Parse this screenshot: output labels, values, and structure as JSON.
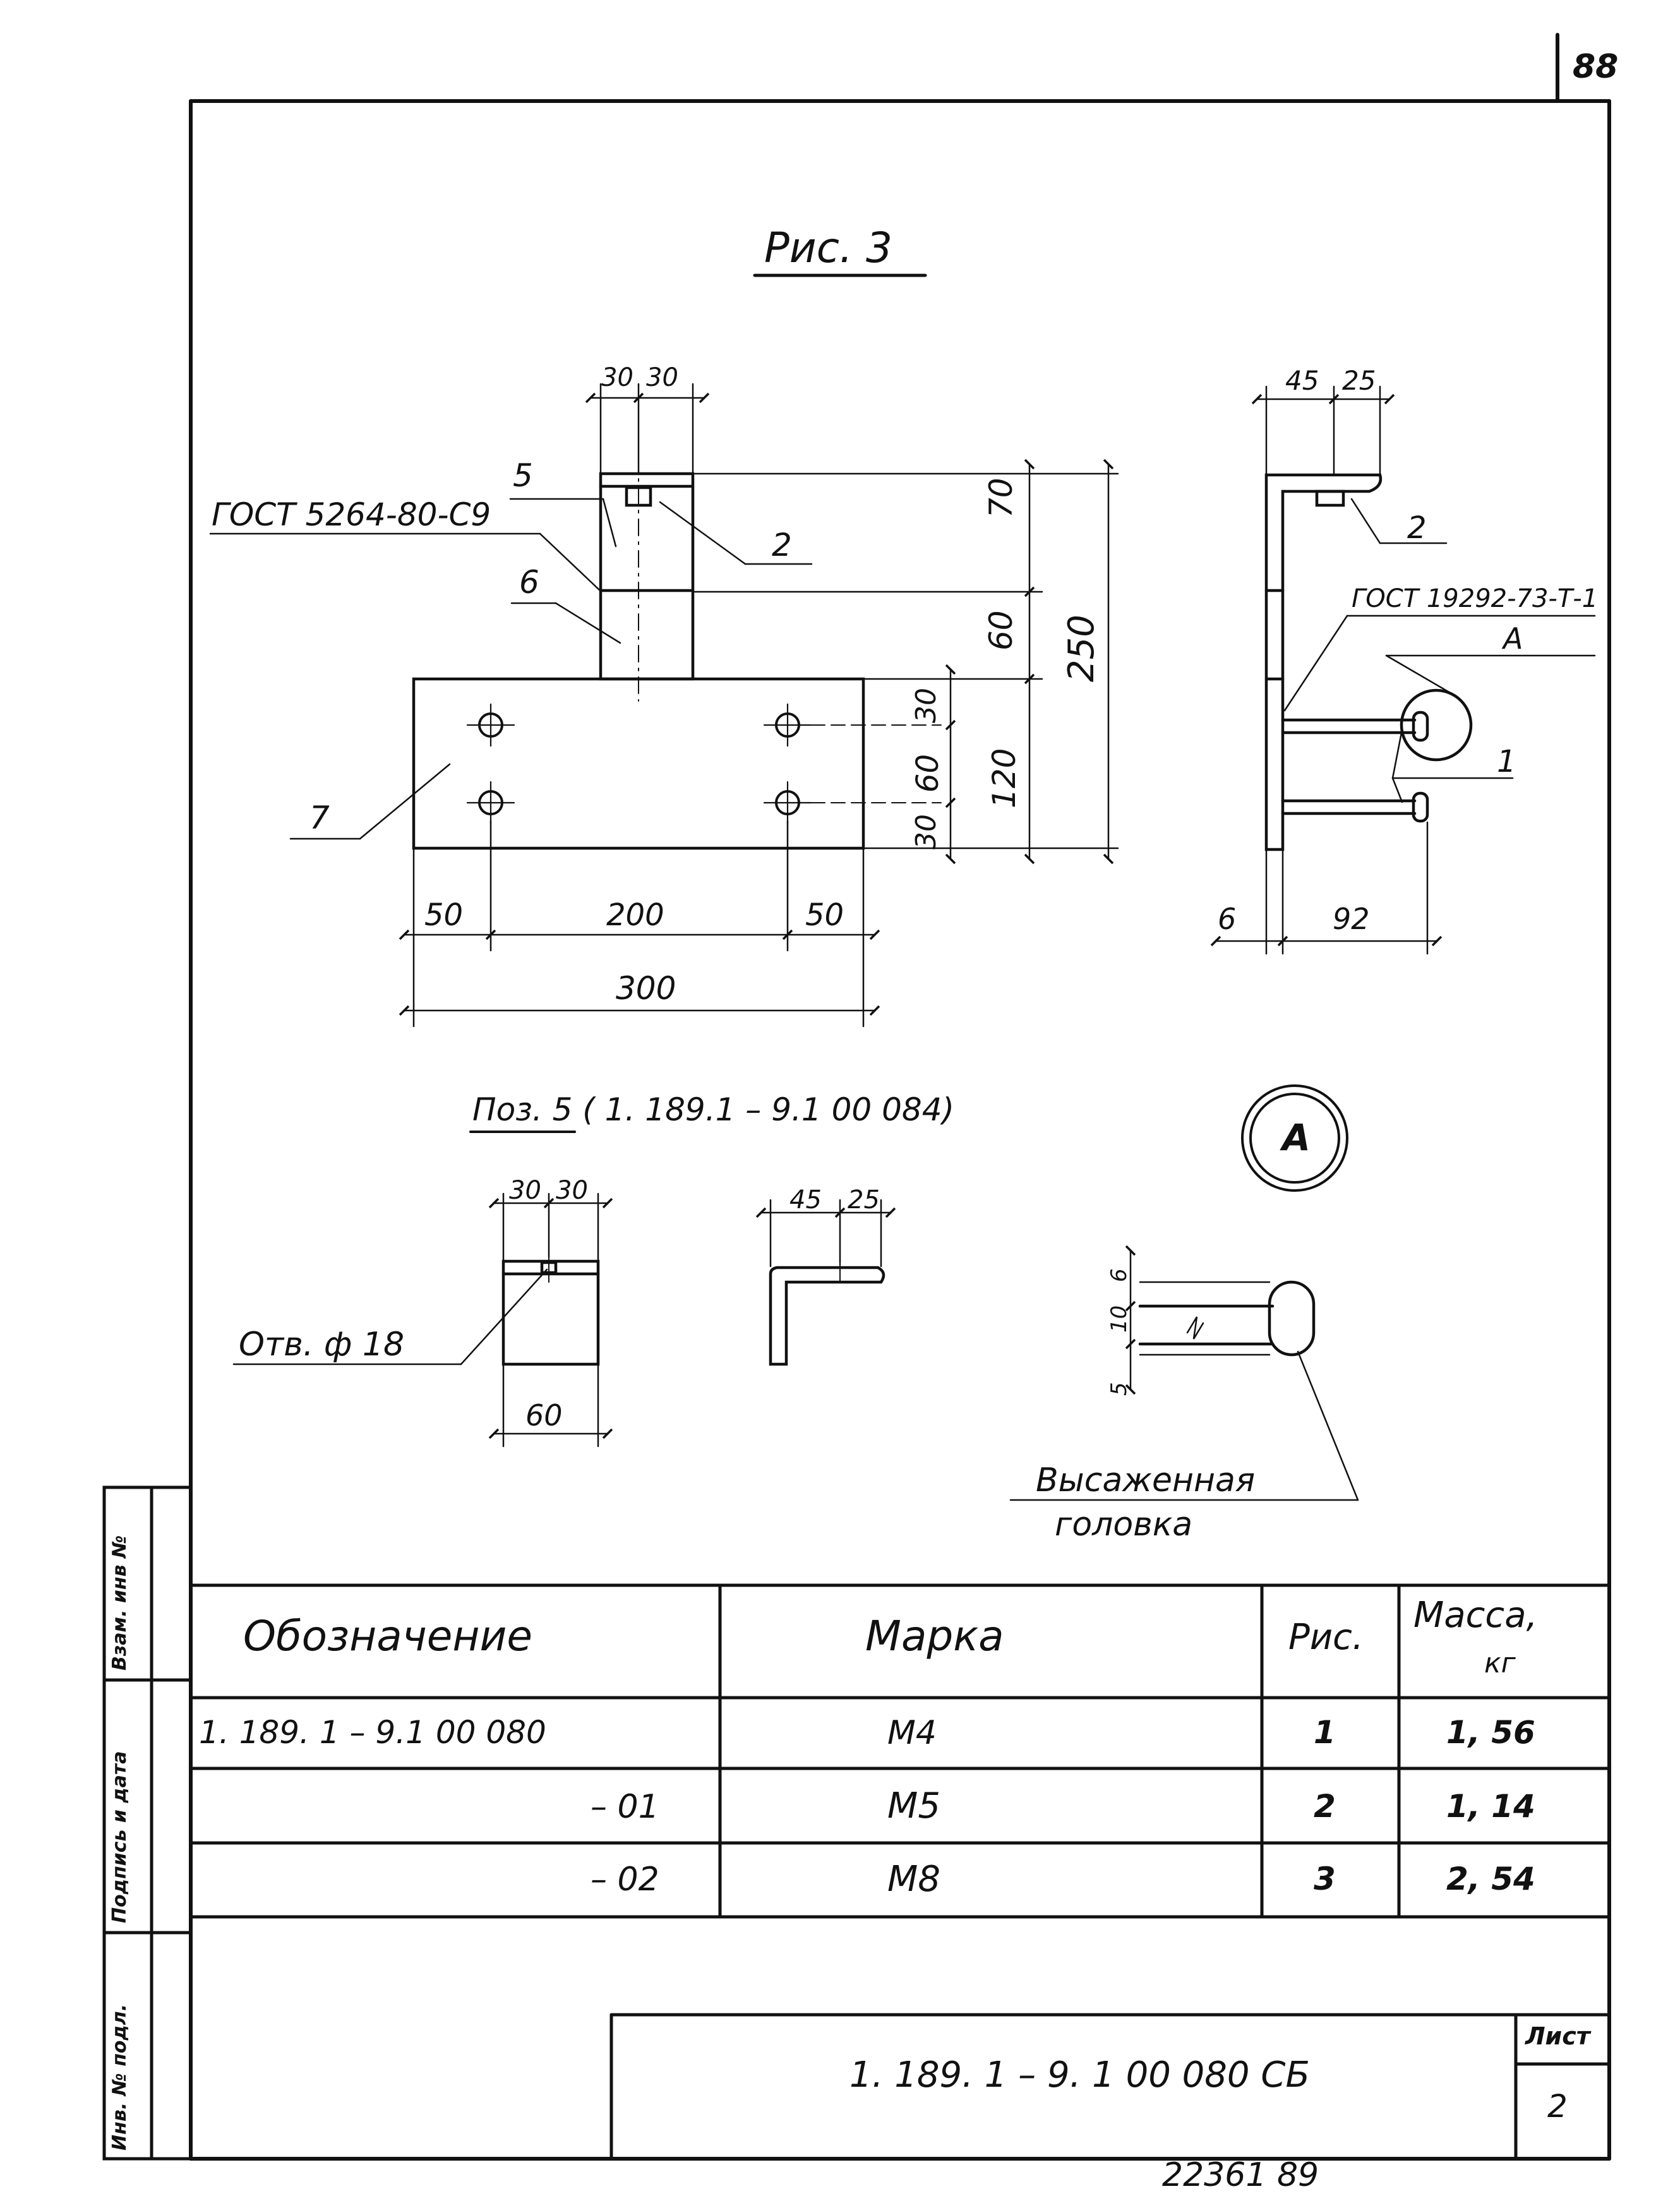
{
  "sheet_number": "88",
  "figure_title": "Рис. 3",
  "views": {
    "front": {
      "callouts": {
        "weld": "ГОСТ 5264-80-С9",
        "p5": "5",
        "p6": "6",
        "p7": "7",
        "p2": "2"
      },
      "dims": {
        "top_a": "30",
        "top_b": "30",
        "h70": "70",
        "h60": "60",
        "h250": "250",
        "h30a": "30",
        "h60b": "60",
        "h30b": "30",
        "h120": "120",
        "w50a": "50",
        "w200": "200",
        "w50b": "50",
        "w300": "300"
      }
    },
    "side": {
      "callouts": {
        "weld": "ГОСТ 19292-73-Т-1",
        "detail": "А",
        "p1": "1",
        "p2": "2"
      },
      "dims": {
        "top_a": "45",
        "top_b": "25",
        "b6": "6",
        "b92": "92"
      }
    }
  },
  "position_title": "Поз. 5 ( 1. 189.1 – 9.1  00 084)",
  "position_view": {
    "dims": {
      "top_a": "30",
      "top_b": "30",
      "w60": "60",
      "side_a": "45",
      "side_b": "25"
    },
    "hole_note": "Отв.  ф 18"
  },
  "detail_view": {
    "label": "А",
    "dims": {
      "d6": "6",
      "d10": "10",
      "d5": "5"
    },
    "note_line1": "Высаженная",
    "note_line2": "головка"
  },
  "side_stamp": {
    "cell1": "Взам. инв №",
    "cell2": "Подпись и дата",
    "cell3": "Инв. № подл."
  },
  "table": {
    "headers": [
      "Обозначение",
      "Марка",
      "Рис.",
      "Масса,"
    ],
    "mass_unit": "кг",
    "rows": [
      {
        "designation": "1. 189. 1 – 9.1  00 080",
        "mark": "М4",
        "fig": "1",
        "mass": "1, 56"
      },
      {
        "designation": "– 01",
        "mark": "М5",
        "fig": "2",
        "mass": "1, 14"
      },
      {
        "designation": "– 02",
        "mark": "М8",
        "fig": "3",
        "mass": "2, 54"
      }
    ]
  },
  "title_block": {
    "code": "1. 189. 1 – 9. 1    00 080 СБ",
    "sheet_label": "Лист",
    "sheet_value": "2"
  },
  "archive_number": "22361   89"
}
